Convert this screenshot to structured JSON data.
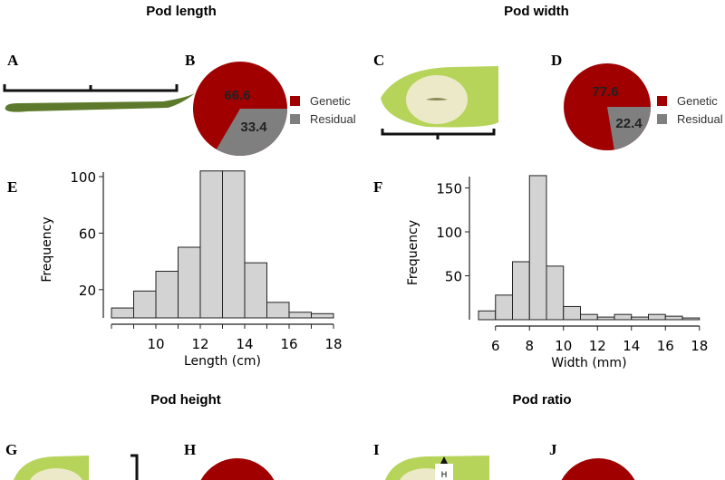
{
  "titles": {
    "pod_length": "Pod length",
    "pod_width": "Pod width",
    "pod_height": "Pod height",
    "pod_ratio": "Pod ratio"
  },
  "panels": {
    "A": "A",
    "B": "B",
    "C": "C",
    "D": "D",
    "E": "E",
    "F": "F",
    "G": "G",
    "H": "H",
    "I": "I",
    "J": "J"
  },
  "image_label_H": "H",
  "colors": {
    "genetic": "#a00000",
    "residual": "#7f7f7f",
    "bar_fill": "#d3d3d3",
    "pod_green": "#9cc03a"
  },
  "chart_data": [
    {
      "id": "B",
      "type": "pie",
      "labels": [
        "Genetic",
        "Residual"
      ],
      "values": [
        66.6,
        33.4
      ],
      "value_labels": [
        "66.6",
        "33.4"
      ],
      "legend": "right"
    },
    {
      "id": "D",
      "type": "pie",
      "labels": [
        "Genetic",
        "Residual"
      ],
      "values": [
        77.6,
        22.4
      ],
      "value_labels": [
        "77.6",
        "22.4"
      ],
      "legend": "right"
    },
    {
      "id": "E",
      "type": "bar",
      "subtype": "histogram",
      "xlabel": "Length (cm)",
      "ylabel": "Frequency",
      "bin_edges": [
        8,
        9,
        10,
        11,
        12,
        13,
        14,
        15,
        16,
        17,
        18
      ],
      "values": [
        7,
        19,
        33,
        50,
        104,
        104,
        39,
        11,
        4,
        3
      ],
      "xticks": [
        "10",
        "12",
        "14",
        "16",
        "18"
      ],
      "yticks": [
        "20",
        "60",
        "100"
      ],
      "grid": false
    },
    {
      "id": "F",
      "type": "bar",
      "subtype": "histogram",
      "xlabel": "Width (mm)",
      "ylabel": "Frequency",
      "bin_edges": [
        5,
        6,
        7,
        8,
        9,
        10,
        11,
        12,
        13,
        14,
        15,
        16,
        17,
        18
      ],
      "values": [
        10,
        28,
        66,
        164,
        61,
        15,
        6,
        3,
        6,
        3,
        6,
        4,
        2
      ],
      "xticks": [
        "6",
        "8",
        "10",
        "12",
        "14",
        "16",
        "18"
      ],
      "yticks": [
        "50",
        "100",
        "150"
      ],
      "grid": false
    }
  ]
}
